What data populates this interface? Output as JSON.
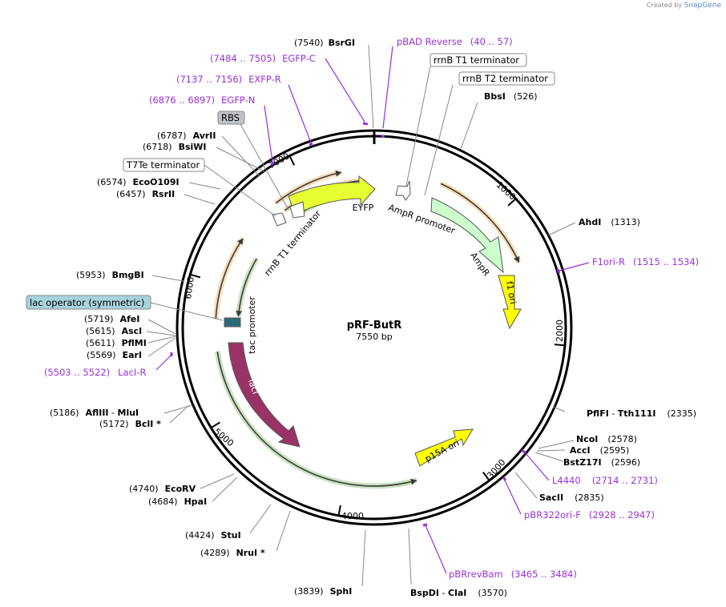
{
  "branding": {
    "created_by": "Created by",
    "brand": "SnapGene"
  },
  "plasmid": {
    "name": "pRF-ButR",
    "length_bp": 7550,
    "length_label": "7550 bp"
  },
  "tick_labels": [
    "1000",
    "2000",
    "3000",
    "4000",
    "5000",
    "6000",
    "7000"
  ],
  "enzymes": [
    {
      "name": "BsrGI",
      "pos": "(7540)",
      "site": 7540
    },
    {
      "name": "BbsI",
      "pos": "(526)",
      "site": 526
    },
    {
      "name": "AhdI",
      "pos": "(1313)",
      "site": 1313
    },
    {
      "name": "PflFI",
      "sep": " - ",
      "name2": "Tth111I",
      "pos": "(2335)",
      "site": 2335
    },
    {
      "name": "NcoI",
      "pos": "(2578)",
      "site": 2578
    },
    {
      "name": "AccI",
      "pos": "(2595)",
      "site": 2595
    },
    {
      "name": "BstZ17I",
      "pos": "(2596)",
      "site": 2596
    },
    {
      "name": "SacII",
      "pos": "(2835)",
      "site": 2835
    },
    {
      "name": "BspDI",
      "sep": " - ",
      "name2": "ClaI",
      "pos": "(3570)",
      "site": 3570
    },
    {
      "name": "SphI",
      "pos": "(3839)",
      "site": 3839
    },
    {
      "name": "NruI *",
      "pos": "(4289)",
      "site": 4289
    },
    {
      "name": "StuI",
      "pos": "(4424)",
      "site": 4424
    },
    {
      "name": "HpaI",
      "pos": "(4684)",
      "site": 4684
    },
    {
      "name": "EcoRV",
      "pos": "(4740)",
      "site": 4740
    },
    {
      "name": "BclI *",
      "pos": "(5172)",
      "site": 5172
    },
    {
      "name": "AflIII",
      "sep": " - ",
      "name2": "MluI",
      "pos": "(5186)",
      "site": 5186
    },
    {
      "name": "EarI",
      "pos": "(5569)",
      "site": 5569
    },
    {
      "name": "PflMI",
      "pos": "(5611)",
      "site": 5611
    },
    {
      "name": "AscI",
      "pos": "(5615)",
      "site": 5615
    },
    {
      "name": "AfeI",
      "pos": "(5719)",
      "site": 5719
    },
    {
      "name": "BmgBI",
      "pos": "(5953)",
      "site": 5953
    },
    {
      "name": "RsrII",
      "pos": "(6457)",
      "site": 6457
    },
    {
      "name": "EcoO109I",
      "pos": "(6574)",
      "site": 6574
    },
    {
      "name": "BsiWI",
      "pos": "(6718)",
      "site": 6718
    },
    {
      "name": "AvrII",
      "pos": "(6787)",
      "site": 6787
    }
  ],
  "primers": [
    {
      "name": "pBAD Reverse",
      "range": "(40 .. 57)"
    },
    {
      "name": "F1ori-R",
      "range": "(1515 .. 1534)"
    },
    {
      "name": "L4440",
      "range": "(2714 .. 2731)"
    },
    {
      "name": "pBR322ori-F",
      "range": "(2928 .. 2947)"
    },
    {
      "name": "pBRrevBam",
      "range": "(3465 .. 3484)"
    },
    {
      "name": "LacI-R",
      "range": "(5503 .. 5522)"
    },
    {
      "name": "EGFP-N",
      "range": "(6876 .. 6897)"
    },
    {
      "name": "EXFP-R",
      "range": "(7137 .. 7156)"
    },
    {
      "name": "EGFP-C",
      "range": "(7484 .. 7505)"
    }
  ],
  "boxed_labels": [
    {
      "text": "rrnB T1 terminator"
    },
    {
      "text": "rrnB T2 terminator"
    },
    {
      "text": "RBS"
    },
    {
      "text": "T7Te terminator"
    },
    {
      "text": "lac operator (symmetric)"
    }
  ],
  "features": [
    {
      "name": "EYFP",
      "start": 6766,
      "end": 7471,
      "color": "#e6ff33"
    },
    {
      "name": "AmpR promoter",
      "start": 277,
      "end": 382,
      "color": "#ffffff"
    },
    {
      "name": "AmpR",
      "start": 383,
      "end": 1243,
      "color": "#ccffcc"
    },
    {
      "name": "f1 ori",
      "start": 1374,
      "end": 1830,
      "color": "#ffff00"
    },
    {
      "name": "p15A ori",
      "start": 2935,
      "end": 3480,
      "color": "#ffff00"
    },
    {
      "name": "lacI",
      "start": 4420,
      "end": 5500,
      "color": "#993366"
    },
    {
      "name": "tac promoter",
      "start": 5735,
      "end": 5763,
      "color": "#ffffff"
    },
    {
      "name": "rrnB T1 terminator",
      "start": 6590,
      "end": 6680,
      "color": "#ffffff"
    },
    {
      "name": "T7Te terminator",
      "start": 6730,
      "end": 6750,
      "color": "#ffffff"
    }
  ],
  "orfs": [
    {
      "start": 6745,
      "end": 7300,
      "dir": 1,
      "ring": 198,
      "color": "#e8a33c"
    },
    {
      "start": 6765,
      "end": 7475,
      "dir": 1,
      "ring": 184,
      "color": "#e8a33c"
    },
    {
      "start": 6820,
      "end": 7460,
      "dir": -1,
      "ring": 170,
      "color": "#6ab04c"
    },
    {
      "start": 520,
      "end": 1380,
      "dir": 1,
      "ring": 198,
      "color": "#e8a33c"
    },
    {
      "start": 5730,
      "end": 6380,
      "dir": 1,
      "ring": 198,
      "color": "#e8a33c"
    },
    {
      "start": 5760,
      "end": 6300,
      "dir": -1,
      "ring": 170,
      "color": "#6ab04c"
    },
    {
      "start": 3450,
      "end": 5480,
      "dir": -1,
      "ring": 198,
      "color": "#6ab04c"
    }
  ],
  "colors": {
    "enzyme": "#000000",
    "primer": "#9b30d9",
    "ring": "#000000"
  }
}
